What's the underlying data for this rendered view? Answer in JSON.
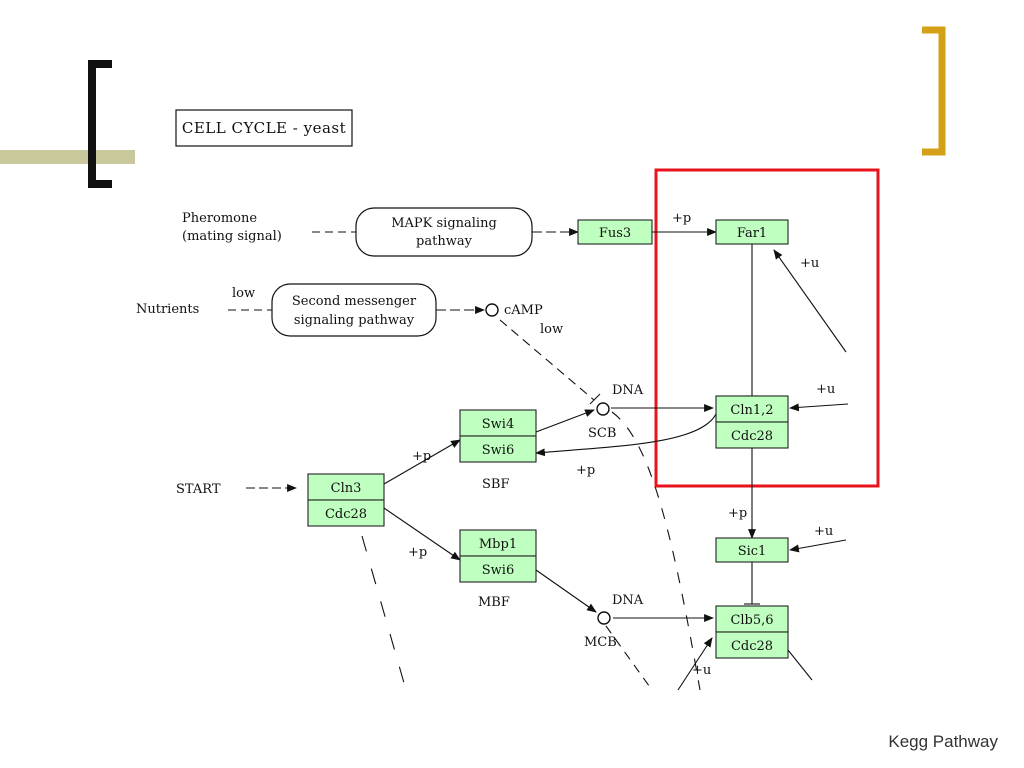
{
  "title": "CELL CYCLE - yeast",
  "caption": "Kegg Pathway",
  "colors": {
    "node_fill": "#bfffbf",
    "node_border": "#222222",
    "highlight": "#e8141c",
    "left_bracket": "#111111",
    "right_bracket": "#d4a017",
    "underline_bar": "#c8c89a"
  },
  "nodes": {
    "fus3": "Fus3",
    "far1": "Far1",
    "swi4": "Swi4",
    "swi6_sbf": "Swi6",
    "cln12": "Cln1,2",
    "cdc28_a": "Cdc28",
    "cln3": "Cln3",
    "cdc28_b": "Cdc28",
    "mbp1": "Mbp1",
    "swi6_mbf": "Swi6",
    "sic1": "Sic1",
    "clb56": "Clb5,6",
    "cdc28_c": "Cdc28"
  },
  "pathways": {
    "mapk_line1": "MAPK signaling",
    "mapk_line2": "pathway",
    "second_line1": "Second messenger",
    "second_line2": "signaling pathway"
  },
  "labels": {
    "pheromone_line1": "Pheromone",
    "pheromone_line2": "(mating signal)",
    "nutrients": "Nutrients",
    "low_1": "low",
    "camp": "cAMP",
    "low_2": "low",
    "dna_1": "DNA",
    "scb": "SCB",
    "sbf": "SBF",
    "start": "START",
    "mbf": "MBF",
    "dna_2": "DNA",
    "mcb": "MCB",
    "p_fus3_far1": "+p",
    "u_far1": "+u",
    "u_cln12": "+u",
    "p_cln3_swi4": "+p",
    "p_cln12_swi6": "+p",
    "p_cln3_mbp1": "+p",
    "p_cdc28_sic1": "+p",
    "u_sic1": "+u",
    "u_clb56": "+u"
  }
}
